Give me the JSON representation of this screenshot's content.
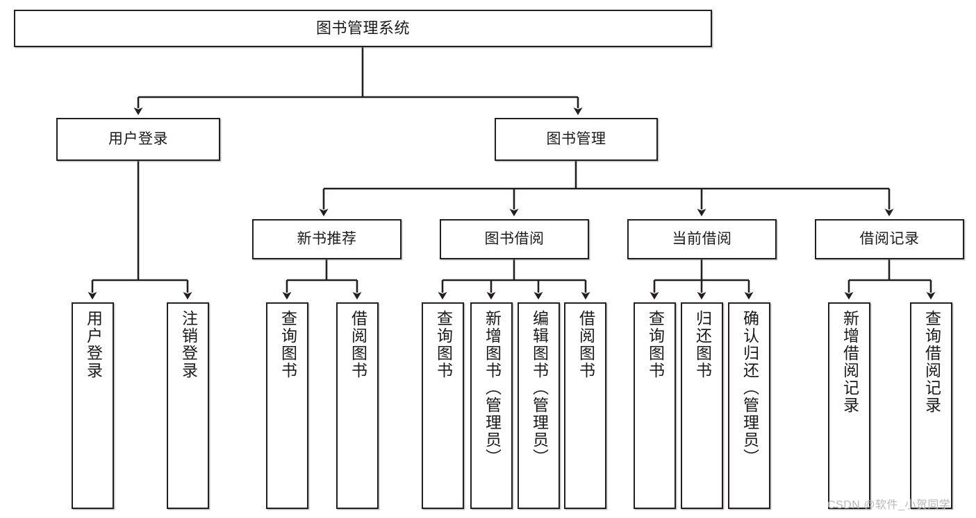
{
  "diagram": {
    "title": "图书管理系统",
    "type": "tree",
    "watermark": "CSDN @软件_小贺同学",
    "colors": {
      "stroke": "#231f20",
      "fill": "#ffffff",
      "text": "#1a1a1a",
      "watermark": "#b9b9b9"
    },
    "nodes": {
      "root": {
        "label": "图书管理系统"
      },
      "level2": [
        {
          "label": "用户登录"
        },
        {
          "label": "图书管理"
        }
      ],
      "level3": [
        {
          "label": "新书推荐"
        },
        {
          "label": "图书借阅"
        },
        {
          "label": "当前借阅"
        },
        {
          "label": "借阅记录"
        }
      ],
      "leaves": {
        "user_login": [
          {
            "label": "用户登录"
          },
          {
            "label": "注销登录"
          }
        ],
        "new_book": [
          {
            "label": "查询图书"
          },
          {
            "label": "借阅图书"
          }
        ],
        "book_borrow": [
          {
            "label": "查询图书"
          },
          {
            "label": "新增图书（管理员）"
          },
          {
            "label": "编辑图书（管理员）"
          },
          {
            "label": "借阅图书"
          }
        ],
        "current_borrow": [
          {
            "label": "查询图书"
          },
          {
            "label": "归还图书"
          },
          {
            "label": "确认归还（管理员）"
          }
        ],
        "borrow_record": [
          {
            "label": "新增借阅记录"
          },
          {
            "label": "查询借阅记录"
          }
        ]
      }
    }
  }
}
